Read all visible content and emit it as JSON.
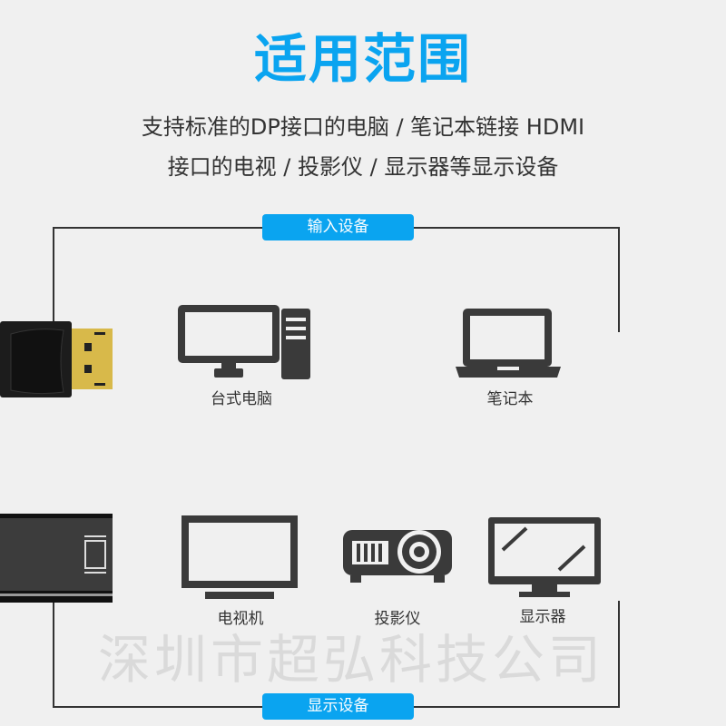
{
  "title": "适用范围",
  "subtitle_lines": [
    "支持标准的DP接口的电脑 / 笔记本链接 HDMI",
    "接口的电视 / 投影仪 / 显示器等显示设备"
  ],
  "input_group": {
    "label": "输入设备",
    "devices": [
      {
        "label": "台式电脑",
        "icon": "desktop-icon"
      },
      {
        "label": "笔记本",
        "icon": "laptop-icon"
      }
    ]
  },
  "output_group": {
    "label": "显示设备",
    "devices": [
      {
        "label": "电视机",
        "icon": "tv-icon"
      },
      {
        "label": "投影仪",
        "icon": "projector-icon"
      },
      {
        "label": "显示器",
        "icon": "monitor-icon"
      }
    ]
  },
  "watermark": "深圳市超弘科技公司",
  "colors": {
    "accent": "#0aa4f0",
    "background": "#f0f0f0",
    "icon": "#3a3a3a"
  }
}
